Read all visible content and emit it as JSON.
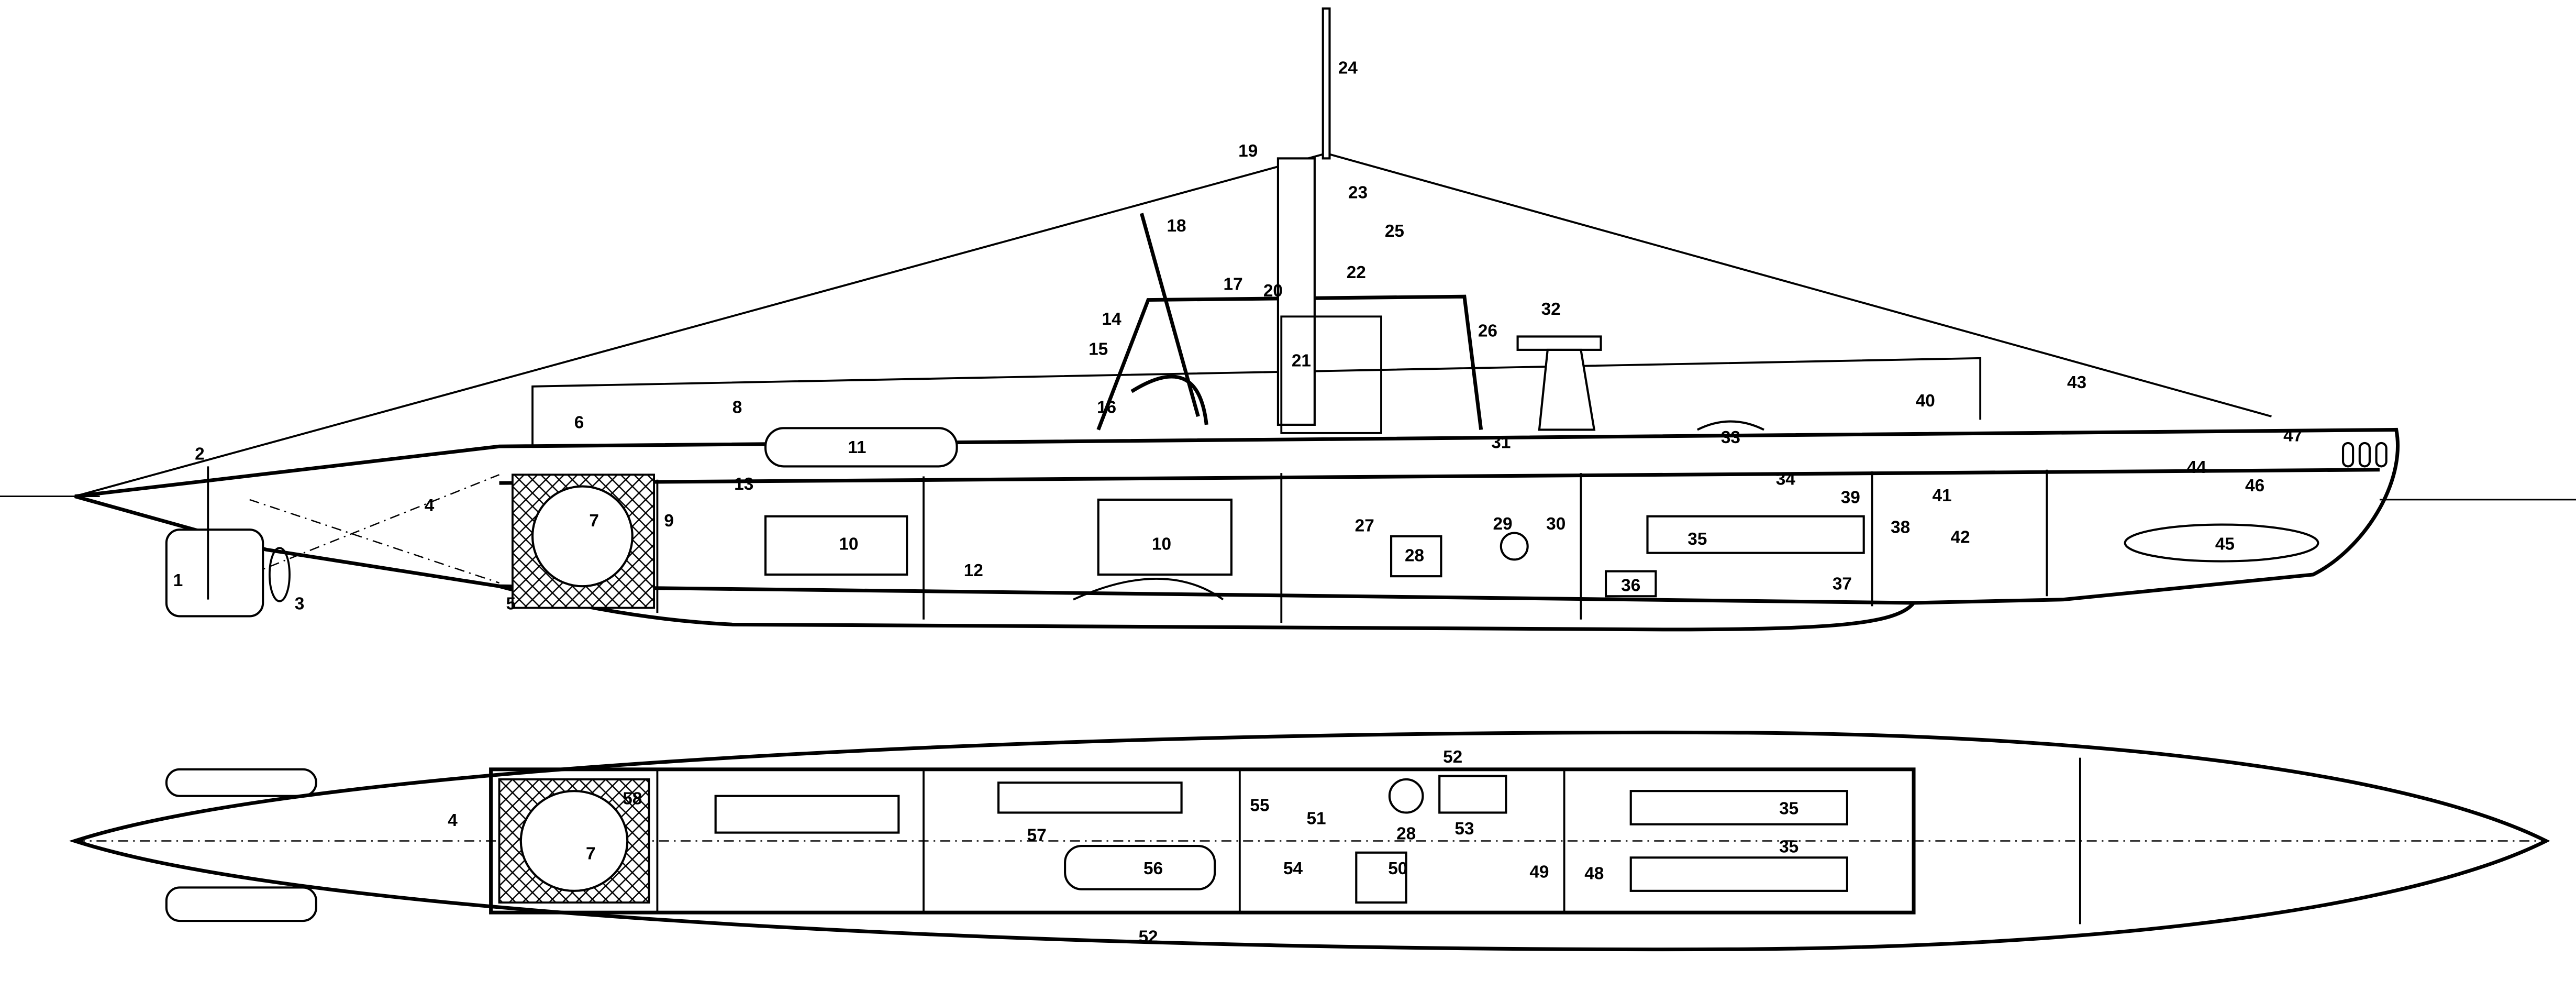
{
  "side_view": {
    "labels": [
      "1",
      "2",
      "3",
      "4",
      "5",
      "6",
      "7",
      "8",
      "9",
      "10",
      "10",
      "11",
      "12",
      "13",
      "14",
      "15",
      "16",
      "17",
      "18",
      "19",
      "20",
      "21",
      "22",
      "23",
      "24",
      "25",
      "26",
      "27",
      "28",
      "29",
      "30",
      "31",
      "32",
      "33",
      "34",
      "35",
      "36",
      "37",
      "38",
      "39",
      "40",
      "41",
      "42",
      "43",
      "44",
      "45",
      "46",
      "47"
    ]
  },
  "plan_view": {
    "labels": [
      "4",
      "7",
      "58",
      "57",
      "56",
      "55",
      "54",
      "51",
      "28",
      "53",
      "50",
      "49",
      "48",
      "52",
      "52",
      "35",
      "35"
    ]
  }
}
